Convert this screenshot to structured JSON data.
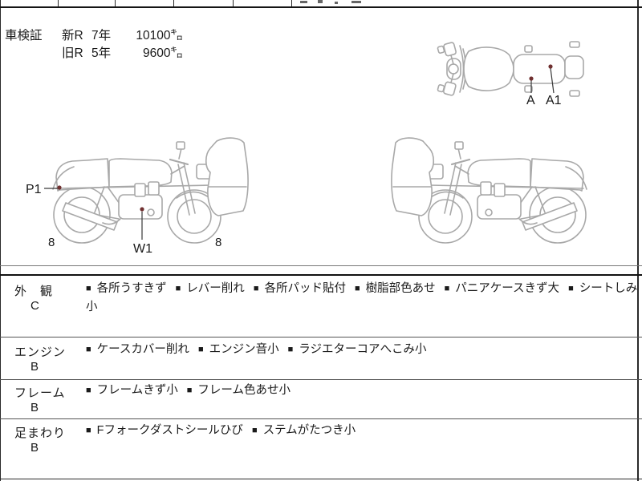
{
  "colors": {
    "line_art": "#a8a8a8",
    "border": "#2a2a2a",
    "marker_dot": "#703030",
    "text": "#1a1a1a"
  },
  "shaken": {
    "label": "車検証",
    "rows": [
      {
        "era": "新R",
        "year": "7年",
        "mileage": "10100㌔"
      },
      {
        "era": "旧R",
        "year": "5年",
        "mileage": "9600㌔"
      }
    ]
  },
  "diagram": {
    "labels": {
      "p1": "P1",
      "w1": "W1",
      "rear_wheel": "8",
      "front_wheel": "8",
      "a": "A",
      "a1": "A1"
    }
  },
  "defect_bullet": "■",
  "sections": [
    {
      "label": "外　観",
      "grade": "C",
      "items": [
        "各所うすきず",
        "レバー削れ",
        "各所パッド貼付",
        "樹脂部色あせ",
        "パニアケースきず大",
        "シートしみ小"
      ]
    },
    {
      "label": "エンジン",
      "grade": "B",
      "items": [
        "ケースカバー削れ",
        "エンジン音小",
        "ラジエターコアへこみ小"
      ]
    },
    {
      "label": "フレーム",
      "grade": "B",
      "items": [
        "フレームきず小",
        "フレーム色あせ小"
      ]
    },
    {
      "label": "足まわり",
      "grade": "B",
      "items": [
        "Fフォークダストシールひび",
        "ステムがたつき小"
      ]
    }
  ]
}
